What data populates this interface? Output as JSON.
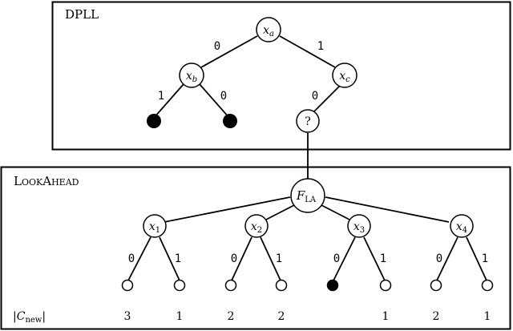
{
  "dpll": {
    "title": "DPLL",
    "root": {
      "main": "x",
      "sub": "a"
    },
    "left": {
      "main": "x",
      "sub": "b"
    },
    "right": {
      "main": "x",
      "sub": "c"
    },
    "query": "?",
    "edges": {
      "root_left": "0",
      "root_right": "1",
      "left_left": "1",
      "left_right": "0",
      "right_down": "0"
    }
  },
  "lookahead": {
    "title_parts": [
      "L",
      "OOK",
      "A",
      "HEAD"
    ],
    "root": {
      "main": "F",
      "sub": "LA"
    },
    "vars": [
      {
        "main": "x",
        "sub": "1"
      },
      {
        "main": "x",
        "sub": "2"
      },
      {
        "main": "x",
        "sub": "3"
      },
      {
        "main": "x",
        "sub": "4"
      }
    ],
    "branch_labels": [
      "0",
      "1"
    ],
    "leaf_filled": [
      false,
      false,
      false,
      false,
      true,
      false,
      false,
      false
    ],
    "count_label": {
      "main": "C",
      "sub": "new"
    },
    "counts": [
      "3",
      "1",
      "2",
      "2",
      "",
      "1",
      "2",
      "1"
    ]
  }
}
